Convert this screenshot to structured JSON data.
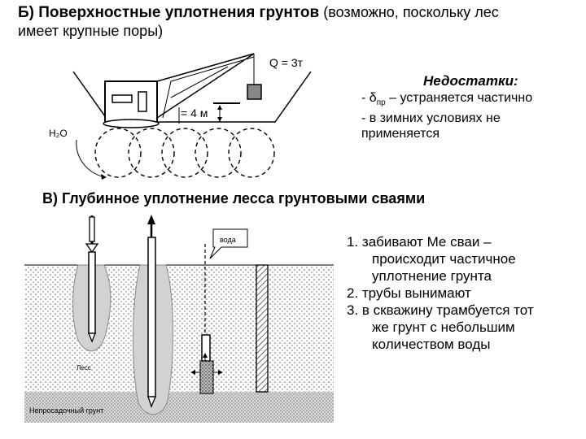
{
  "section_b": {
    "title_bold": "Б) Поверхностные уплотнения грунтов",
    "title_rest": " (возможно, поскольку лес",
    "title_line2": "имеет крупные поры)"
  },
  "diagram_b": {
    "load_label": "Q = 3т",
    "height_label": "= 4 м",
    "water_label": "H₂O"
  },
  "drawbacks": {
    "heading": "Недостатки:",
    "line1": "- δ",
    "line1_sub": "пр",
    "line1_rest": " – устраняется частично",
    "line2": "- в зимних условиях не",
    "line3": "применяется"
  },
  "section_v": {
    "title": "В) Глубинное уплотнение лесса грунтовыми сваями"
  },
  "diagram_v": {
    "water_callout": "вода",
    "soil_label": "Лесс",
    "bottom_label": "Непросадочный грунт"
  },
  "steps": {
    "s1_l1": "1. забивают Ме сваи –",
    "s1_l2": "происходит частичное",
    "s1_l3": "уплотнение грунта",
    "s2": "2. трубы вынимают",
    "s3_l1": "3. в скважину трамбуется тот",
    "s3_l2": "же грунт с небольшим",
    "s3_l3": "количеством воды"
  }
}
